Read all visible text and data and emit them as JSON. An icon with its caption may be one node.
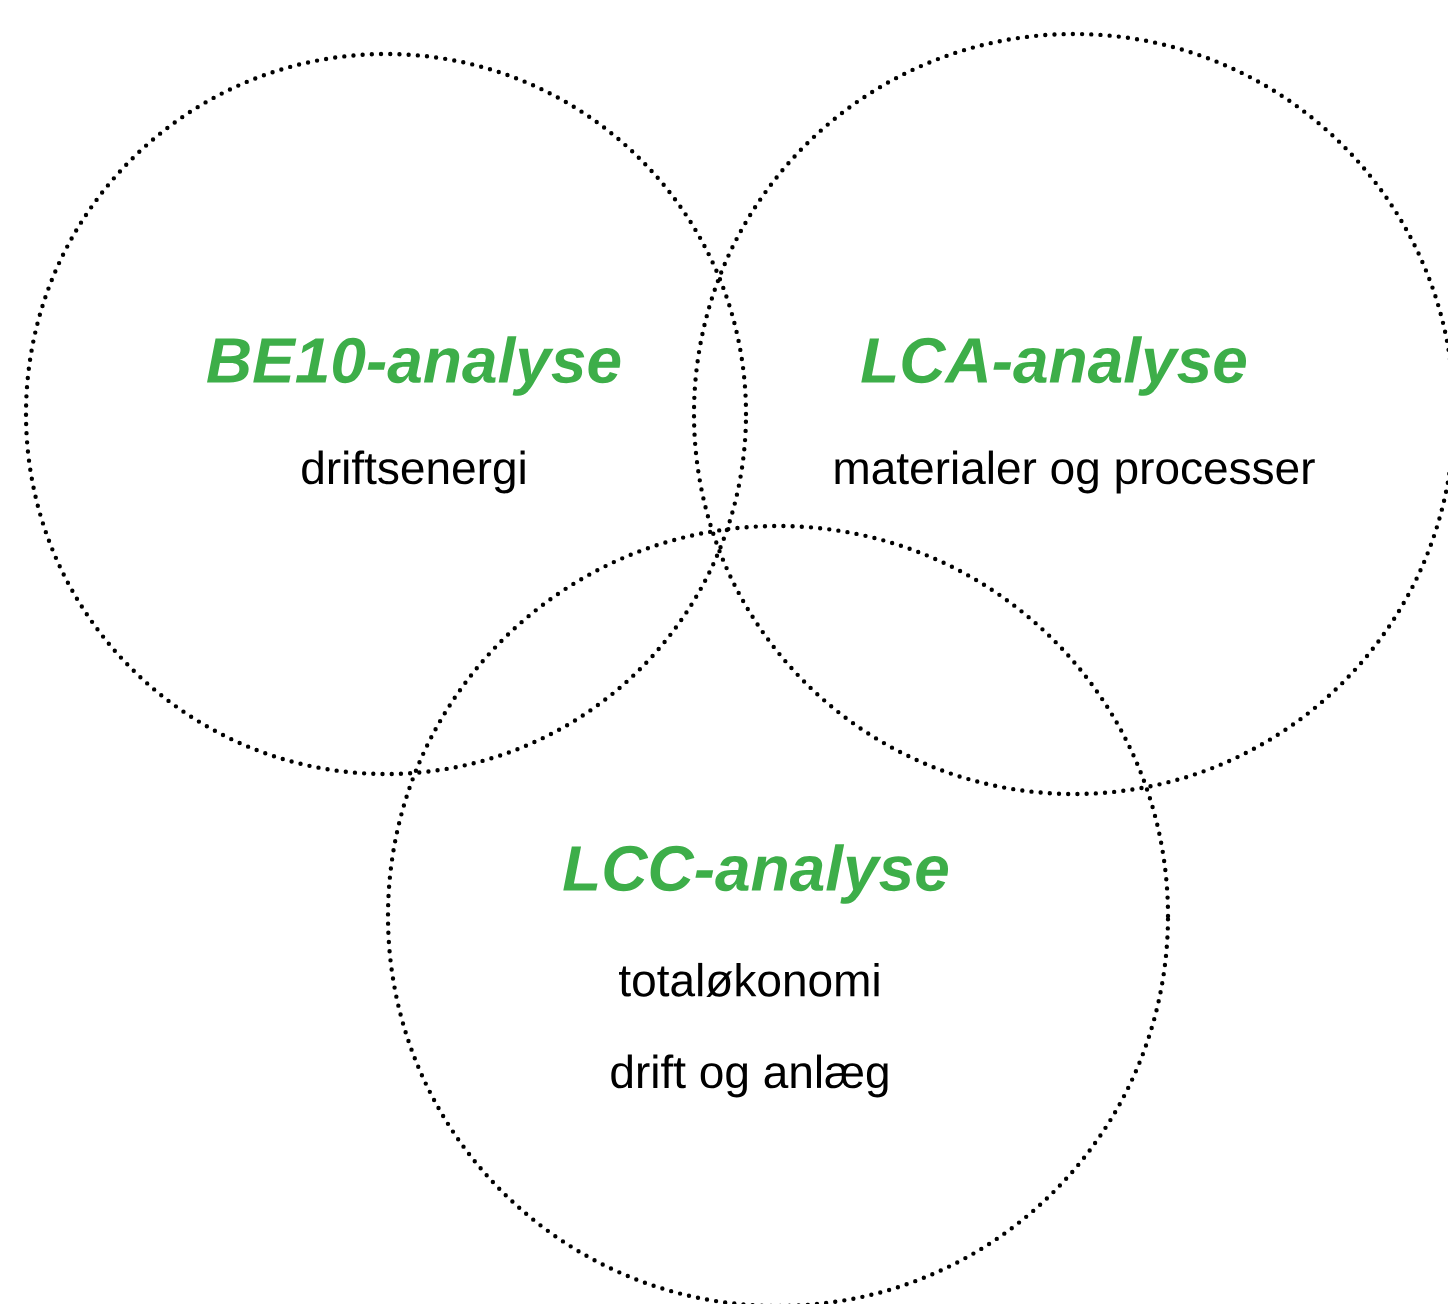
{
  "diagram": {
    "nodes": [
      {
        "text": [
          "BE10-analyse",
          "driftsenergi"
        ]
      },
      {
        "text": [
          "LCA-analyse",
          "materialer og processer"
        ]
      },
      {
        "text": [
          "LCC-analyse",
          "totaløkonomi",
          "drift og anlæg"
        ]
      }
    ]
  }
}
